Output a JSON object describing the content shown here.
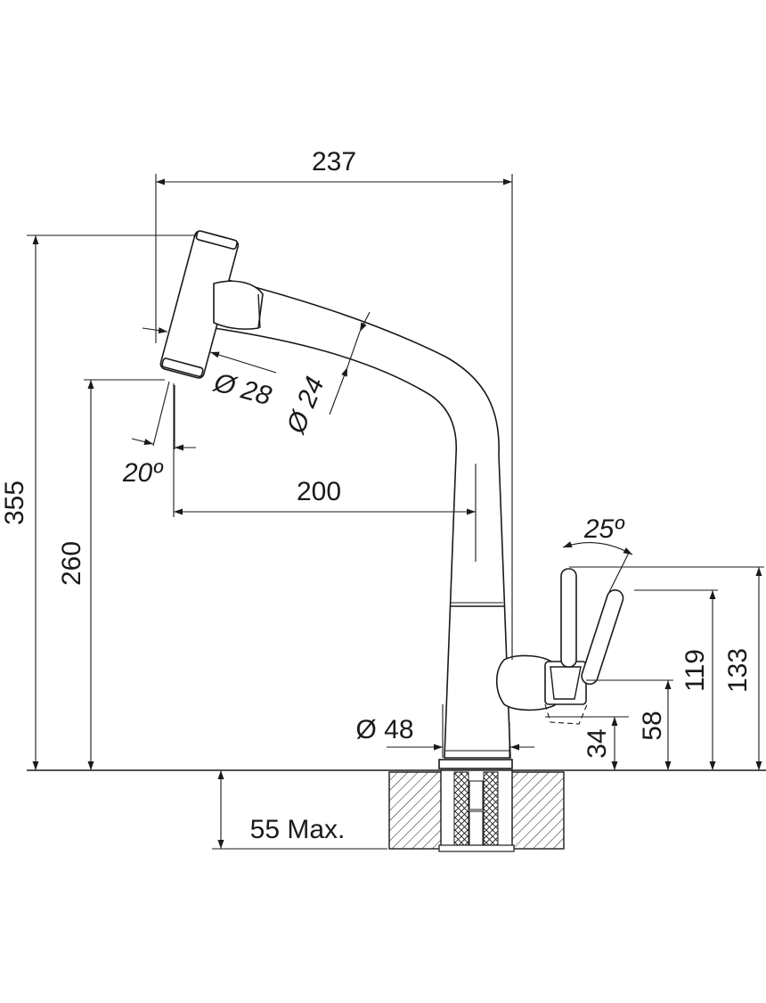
{
  "dimensions": {
    "reach_total": "237",
    "height_total": "355",
    "spout_height": "260",
    "spout_reach": "200",
    "head_diameter": "Ø 28",
    "hose_diameter": "Ø 24",
    "head_angle": "20º",
    "lever_angle": "25º",
    "base_diameter": "Ø 48",
    "lever_height_34": "34",
    "lever_height_58": "58",
    "lever_height_119": "119",
    "lever_height_133": "133",
    "counter_thickness": "55 Max."
  },
  "colors": {
    "line": "#1a1a1a",
    "background": "#ffffff"
  }
}
